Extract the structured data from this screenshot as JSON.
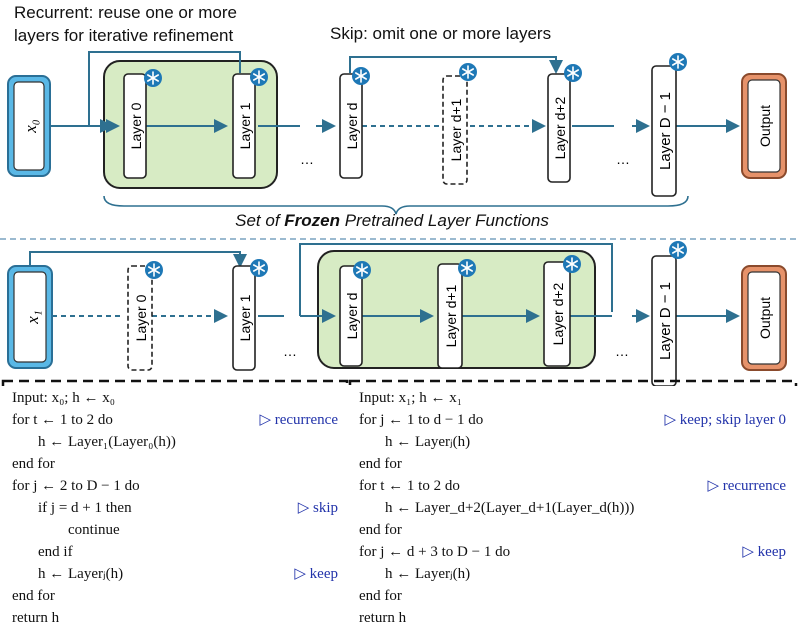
{
  "annotations": {
    "recurrent_line1": "Recurrent: reuse one or more",
    "recurrent_line2": "layers for iterative refinement",
    "skip": "Skip: omit one or more layers",
    "frozen_prefix": "Set of",
    "frozen_bold": "Frozen",
    "frozen_suffix": "Pretrained Layer Functions"
  },
  "top_row": {
    "input": "x₀",
    "layers": [
      "Layer 0",
      "Layer 1",
      "…",
      "Layer d",
      "Layer d+1",
      "Layer d+2",
      "…",
      "Layer D − 1"
    ],
    "output": "Output"
  },
  "bottom_row": {
    "input": "x₁",
    "layers": [
      "Layer 0",
      "Layer 1",
      "…",
      "Layer d",
      "Layer d+1",
      "Layer d+2",
      "…",
      "Layer D − 1"
    ],
    "output": "Output"
  },
  "algorithm_left": [
    {
      "code": "Input: x₀;   h ← x₀",
      "comment": ""
    },
    {
      "code": "for t ← 1 to 2 do",
      "comment": "▷ recurrence"
    },
    {
      "code": "h ← Layer₁(Layer₀(h))",
      "comment": ""
    },
    {
      "code": "end for",
      "comment": ""
    },
    {
      "code": "for j ← 2 to D − 1 do",
      "comment": ""
    },
    {
      "code": "if j = d + 1 then",
      "comment": "▷ skip"
    },
    {
      "code": "continue",
      "comment": ""
    },
    {
      "code": "end if",
      "comment": ""
    },
    {
      "code": "h ← Layerⱼ(h)",
      "comment": "▷ keep"
    },
    {
      "code": "end for",
      "comment": ""
    },
    {
      "code": "return h",
      "comment": ""
    }
  ],
  "algorithm_right": [
    {
      "code": "Input: x₁;   h ← x₁",
      "comment": ""
    },
    {
      "code": "for j ← 1 to d − 1 do",
      "comment": "▷ keep; skip layer 0"
    },
    {
      "code": "h ← Layerⱼ(h)",
      "comment": ""
    },
    {
      "code": "end for",
      "comment": ""
    },
    {
      "code": "for t ← 1 to 2 do",
      "comment": "▷ recurrence"
    },
    {
      "code": "h ← Layer_d+2(Layer_d+1(Layer_d(h)))",
      "comment": ""
    },
    {
      "code": "end for",
      "comment": ""
    },
    {
      "code": "for j ← d + 3 to D − 1 do",
      "comment": "▷ keep"
    },
    {
      "code": "h ← Layerⱼ(h)",
      "comment": ""
    },
    {
      "code": "end for",
      "comment": ""
    },
    {
      "code": "return h",
      "comment": ""
    }
  ],
  "colors": {
    "flow_line": "#2e7090",
    "input_box": "#5ab8e6",
    "output_box": "#e6926a",
    "highlight": "#d7ebc4",
    "snowflake": "#1e78b6",
    "comment": "#2233aa"
  }
}
